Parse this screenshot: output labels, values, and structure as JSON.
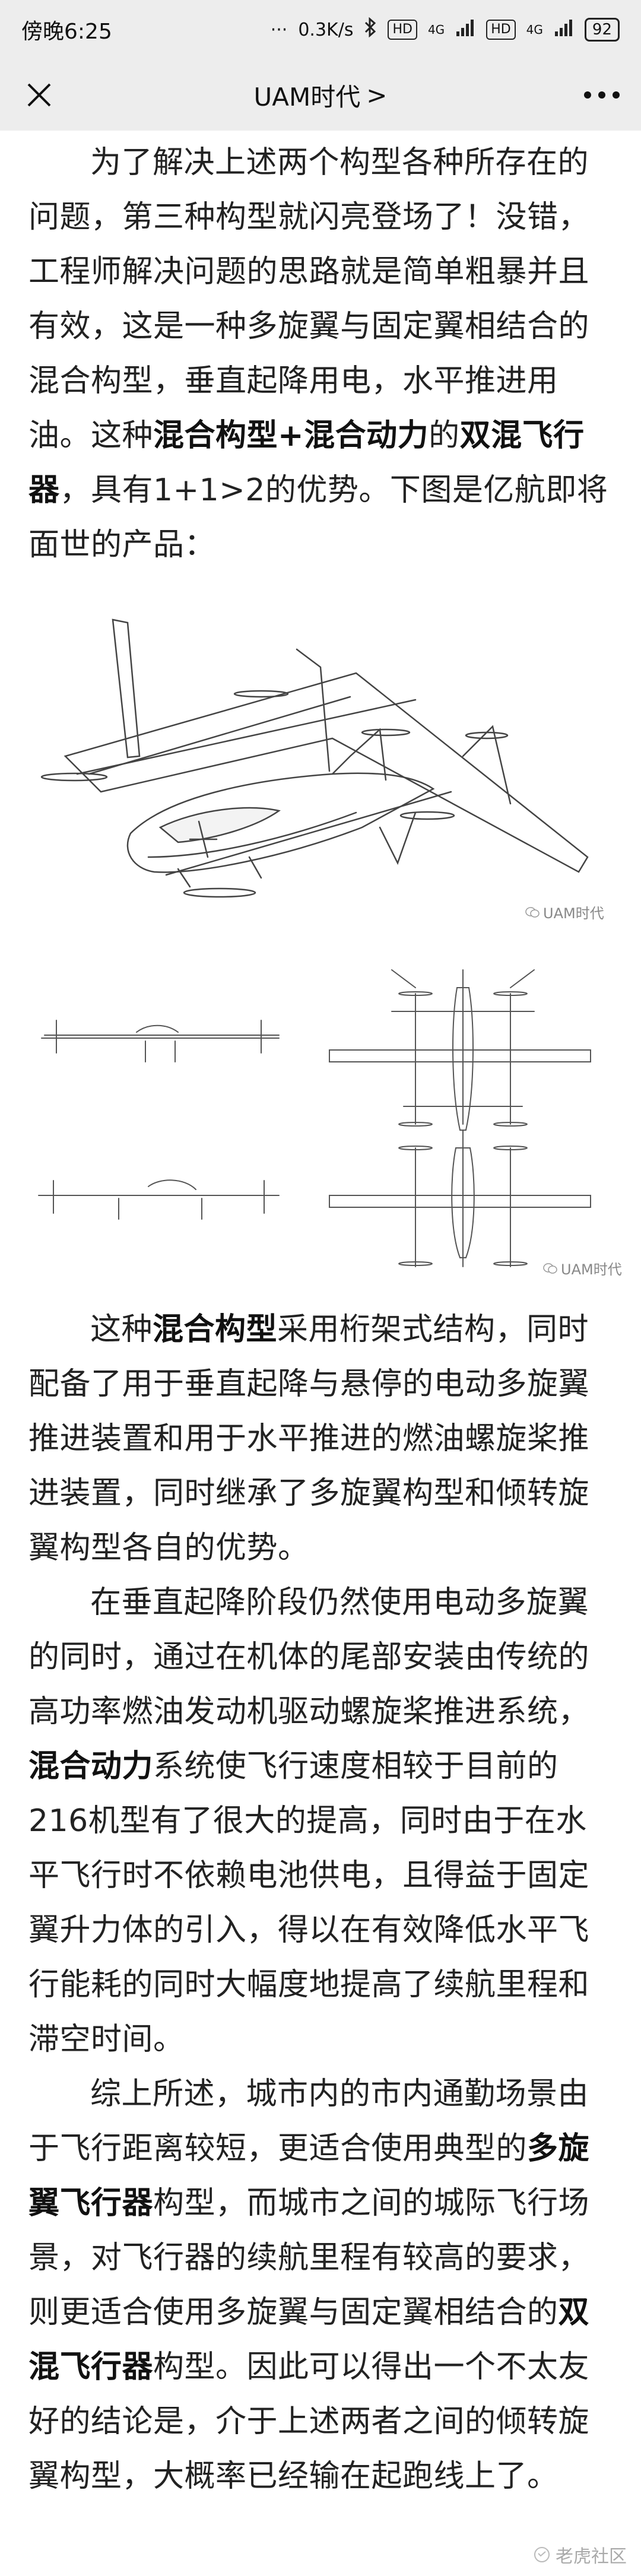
{
  "status": {
    "time": "傍晚6:25",
    "speed": "0.3K/s",
    "network_badge_1": "HD",
    "network_label_1": "4G",
    "network_badge_2": "HD",
    "network_label_2": "4G",
    "battery": "92",
    "dots": "···"
  },
  "nav": {
    "title": "UAM时代",
    "title_chevron": ">"
  },
  "article": {
    "p1_a": "为了解决上述两个构型各种所存在的问题，第三种构型就闪亮登场了！没错，工程师解决问题的思路就是简单粗暴并且有效，这是一种多旋翼与固定翼相结合的混合构型，垂直起降用电，水平推进用油。这种",
    "p1_b1": "混合构型+混合动力",
    "p1_c": "的",
    "p1_b2": "双混飞行器",
    "p1_d": "，具有1+1>2的优势。下图是亿航即将面世的产品：",
    "fig1_watermark": "UAM时代",
    "fig2_watermark": "UAM时代",
    "p2_a": "这种",
    "p2_b": "混合构型",
    "p2_c": "采用桁架式结构，同时配备了用于垂直起降与悬停的电动多旋翼推进装置和用于水平推进的燃油螺旋桨推进装置，同时继承了多旋翼构型和倾转旋翼构型各自的优势。",
    "p3_a": "在垂直起降阶段仍然使用电动多旋翼的同时，通过在机体的尾部安装由传统的高功率燃油发动机驱动螺旋桨推进系统，",
    "p3_b": "混合动力",
    "p3_c": "系统使飞行速度相较于目前的216机型有了很大的提高，同时由于在水平飞行时不依赖电池供电，且得益于固定翼升力体的引入，得以在有效降低水平飞行能耗的同时大幅度地提高了续航里程和滞空时间。",
    "p4_a": "综上所述，城市内的市内通勤场景由于飞行距离较短，更适合使用典型的",
    "p4_b1": "多旋翼飞行器",
    "p4_c": "构型，而城市之间的城际飞行场景，对飞行器的续航里程有较高的要求，则更适合使用多旋翼与固定翼相结合的",
    "p4_b2": "双混飞行器",
    "p4_d": "构型。因此可以得出一个不太友好的结论是，介于上述两者之间的倾转旋翼构型，大概率已经输在起跑线上了。"
  },
  "footer": {
    "watermark": "老虎社区"
  },
  "colors": {
    "bar_bg": "#ededed",
    "text": "#222222",
    "line": "#444444"
  }
}
